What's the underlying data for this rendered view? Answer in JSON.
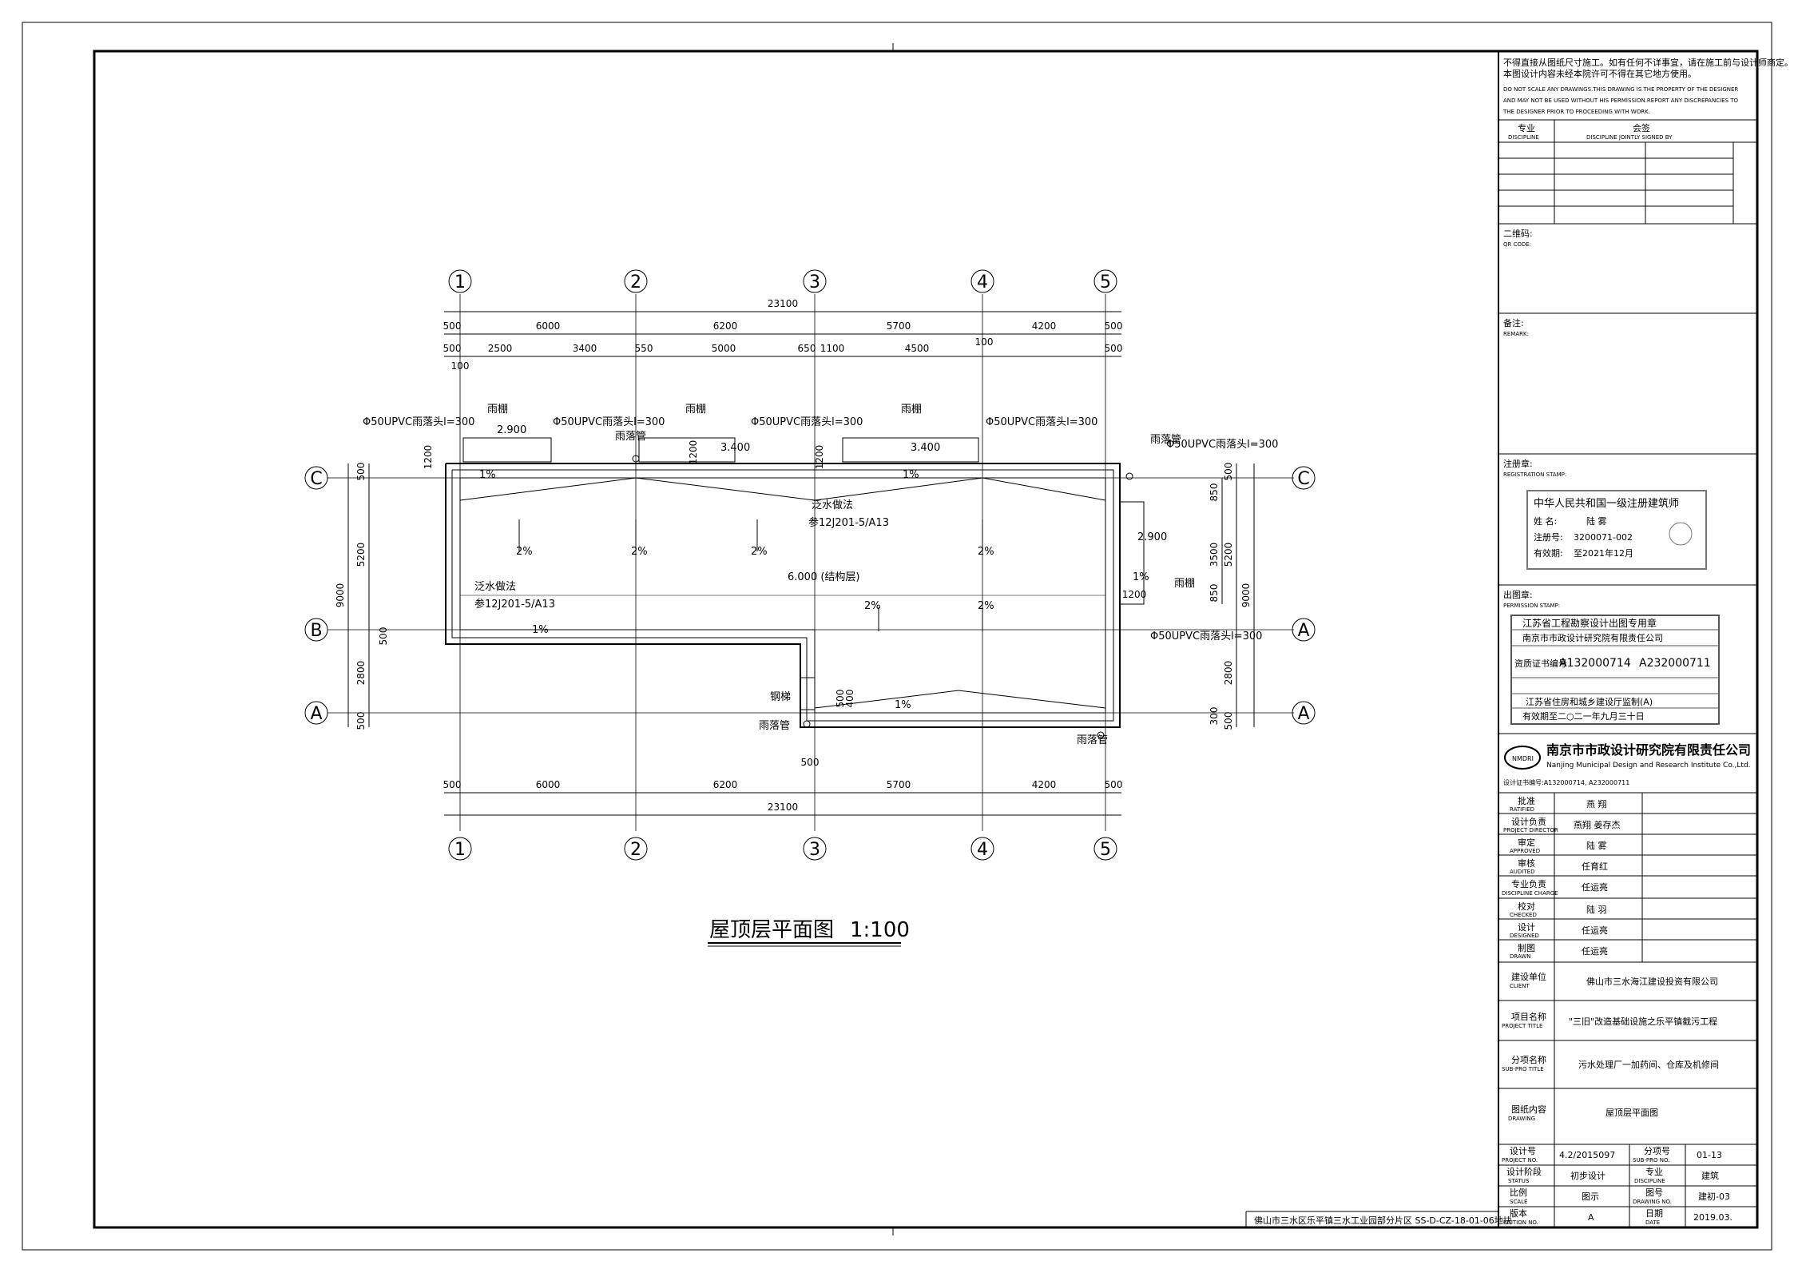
{
  "title": {
    "text": "屋顶层平面图",
    "scale": "1:100"
  },
  "grid_columns": {
    "labels": [
      "1",
      "2",
      "3",
      "4",
      "5"
    ]
  },
  "grid_rows": {
    "labels": [
      "C",
      "B",
      "A"
    ]
  },
  "dims": {
    "top_total": "23100",
    "top_spans": [
      "500",
      "6000",
      "6200",
      "5700",
      "4200",
      "500"
    ],
    "top_sub": [
      "500",
      "2500",
      "3400",
      "550",
      "5000",
      "650",
      "1100",
      "4500",
      "100",
      "500"
    ],
    "small_100": "100",
    "bottom_spans": [
      "500",
      "6000",
      "6200",
      "5700",
      "4200",
      "500"
    ],
    "bottom_total": "23100",
    "left_total": "9000",
    "left_spans": [
      "500",
      "5200",
      "2800",
      "500"
    ],
    "left_1200": "1200",
    "right_total": "9000",
    "right_spans": [
      "500",
      "5200",
      "2800",
      "500"
    ],
    "right_sub": [
      "850",
      "3500",
      "850"
    ],
    "right_300": "300",
    "inner_500": "500",
    "inner_1200a": "1200",
    "inner_1200b": "1200",
    "inner_1200c": "1200",
    "bottom_500": "500",
    "v_500": "500",
    "v_400": "400"
  },
  "annotations": {
    "pipe_1": "Φ50UPVC雨落头l=300",
    "pipe_2": "Φ50UPVC雨落头l=300",
    "pipe_3": "Φ50UPVC雨落头l=300",
    "pipe_4": "Φ50UPVC雨落头l=300",
    "pipe_5": "Φ50UPVC雨落头l=300",
    "pipe_6": "Φ50UPVC雨落头l=300",
    "canopy_1": "雨棚",
    "canopy_2": "雨棚",
    "canopy_3": "雨棚",
    "canopy_4": "雨棚",
    "elev_2900a": "2.900",
    "elev_3400a": "3.400",
    "elev_3400b": "3.400",
    "elev_2900b": "2.900",
    "downpipe_1": "雨落管",
    "downpipe_2": "雨落管",
    "downpipe_3": "雨落管",
    "downpipe_4": "雨落管",
    "flashing_1": "泛水做法",
    "flashing_1_ref": "参12J201-5/A13",
    "flashing_2": "泛水做法",
    "flashing_2_ref": "参12J201-5/A13",
    "roof_elev": "6.000 (结构层)",
    "ladder": "钢梯",
    "slope_1pct": "1%",
    "slope_2pct": "2%"
  },
  "titleblock": {
    "warning_cn_1": "不得直接从图纸尺寸施工。如有任何不详事宜，请在施工前与设计师商定。",
    "warning_cn_2": "本图设计内容未经本院许可不得在其它地方使用。",
    "warning_en_1": "DO NOT SCALE ANY DRAWINGS.THIS DRAWING IS THE PROPERTY OF THE DESIGNER",
    "warning_en_2": "AND MAY NOT BE USED WITHOUT HIS PERMISSION.REPORT ANY DISCREPANCIES TO",
    "warning_en_3": "THE DESIGNER PRIOR TO PROCEEDING WITH WORK.",
    "discipline_cn": "专业",
    "discipline_en": "DISCIPLINE",
    "jointly_cn": "会签",
    "jointly_en": "DISCIPLINE JOINTLY SIGNED BY",
    "qr_cn": "二维码:",
    "qr_en": "QR CODE:",
    "remark_cn": "备注:",
    "remark_en": "REMARK:",
    "reg_cn": "注册章:",
    "reg_en": "REGISTRATION STAMP:",
    "stamp1_title": "中华人民共和国一级注册建筑师",
    "stamp1_name_label": "姓 名:",
    "stamp1_name": "陆 雾",
    "stamp1_reg_label": "注册号:",
    "stamp1_reg": "3200071-002",
    "stamp1_valid_label": "有效期:",
    "stamp1_valid": "至2021年12月",
    "perm_cn": "出图章:",
    "perm_en": "PERMISSION STAMP:",
    "stamp2_title": "江苏省工程勘察设计出图专用章",
    "stamp2_company": "南京市市政设计研究院有限责任公司",
    "stamp2_cert_label": "资质证书编号",
    "stamp2_cert_1": "A132000714",
    "stamp2_cert_2": "A232000711",
    "stamp2_authority": "江苏省住房和城乡建设厅监制(A)",
    "stamp2_valid": "有效期至二○二一年九月三十日",
    "company_cn": "南京市市政设计研究院有限责任公司",
    "company_en": "Nanjing Municipal Design and Research Institute Co.,Ltd.",
    "company_logo": "NMDRI",
    "company_cert": "设计证书编号:A132000714, A232000711",
    "roles": [
      {
        "cn": "批准",
        "en": "RATIFIED",
        "name": "燕 翔"
      },
      {
        "cn": "设计负责",
        "en": "PROJECT DIRECTOR",
        "name": "燕翔 姜存杰"
      },
      {
        "cn": "审定",
        "en": "APPROVED",
        "name": "陆 雾"
      },
      {
        "cn": "审核",
        "en": "AUDITED",
        "name": "任育红"
      },
      {
        "cn": "专业负责",
        "en": "DISCIPLINE CHARGE",
        "name": "任运亮"
      },
      {
        "cn": "校对",
        "en": "CHECKED",
        "name": "陆 羽"
      },
      {
        "cn": "设计",
        "en": "DESIGNED",
        "name": "任运亮"
      },
      {
        "cn": "制图",
        "en": "DRAWN",
        "name": "任运亮"
      }
    ],
    "client_cn": "建设单位",
    "client_en": "CLIENT",
    "client": "佛山市三水海江建设投资有限公司",
    "project_cn": "项目名称",
    "project_en": "PROJECT TITLE",
    "project": "\"三旧\"改造基础设施之乐平镇截污工程",
    "subpro_cn": "分项名称",
    "subpro_en": "SUB-PRO TITLE",
    "subpro": "污水处理厂一加药间、仓库及机修间",
    "drawing_cn": "图纸内容",
    "drawing_en": "DRAWING",
    "drawing": "屋顶层平面图",
    "proj_no_cn": "设计号",
    "proj_no_en": "PROJECT NO.",
    "proj_no": "4.2/2015097",
    "sub_no_cn": "分项号",
    "sub_no_en": "SUB-PRO NO.",
    "sub_no": "01-13",
    "status_cn": "设计阶段",
    "status_en": "STATUS",
    "status": "初步设计",
    "disc_cn": "专业",
    "disc_en": "DISCIPLINE",
    "disc": "建筑",
    "scale_cn": "比例",
    "scale_en": "SCALE",
    "scale": "图示",
    "dwg_no_cn": "图号",
    "dwg_no_en": "DRAWING NO.",
    "dwg_no": "建初-03",
    "edition_cn": "版本",
    "edition_en": "EDITION NO.",
    "edition": "A",
    "date_cn": "日期",
    "date_en": "DATE",
    "date": "2019.03.",
    "location": "佛山市三水区乐平镇三水工业园部分片区 SS-D-CZ-18-01-06地块"
  }
}
